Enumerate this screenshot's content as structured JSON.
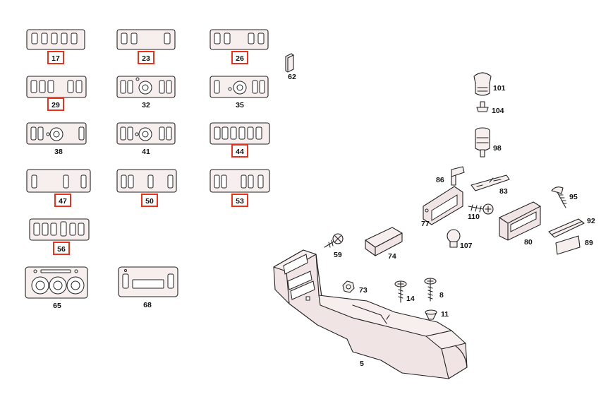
{
  "parts": {
    "p17": "17",
    "p23": "23",
    "p26": "26",
    "p62": "62",
    "p29": "29",
    "p32": "32",
    "p35": "35",
    "p38": "38",
    "p41": "41",
    "p44": "44",
    "p47": "47",
    "p50": "50",
    "p53": "53",
    "p56": "56",
    "p65": "65",
    "p68": "68",
    "p101": "101",
    "p104": "104",
    "p98": "98",
    "p86": "86",
    "p83": "83",
    "p95": "95",
    "p77": "77",
    "p110": "110",
    "p107": "107",
    "p92": "92",
    "p80": "80",
    "p89": "89",
    "p59": "59",
    "p74": "74",
    "p73": "73",
    "p14": "14",
    "p8": "8",
    "p11": "11",
    "p5": "5"
  },
  "colors": {
    "highlight": "#e8321e",
    "line": "#222222"
  }
}
